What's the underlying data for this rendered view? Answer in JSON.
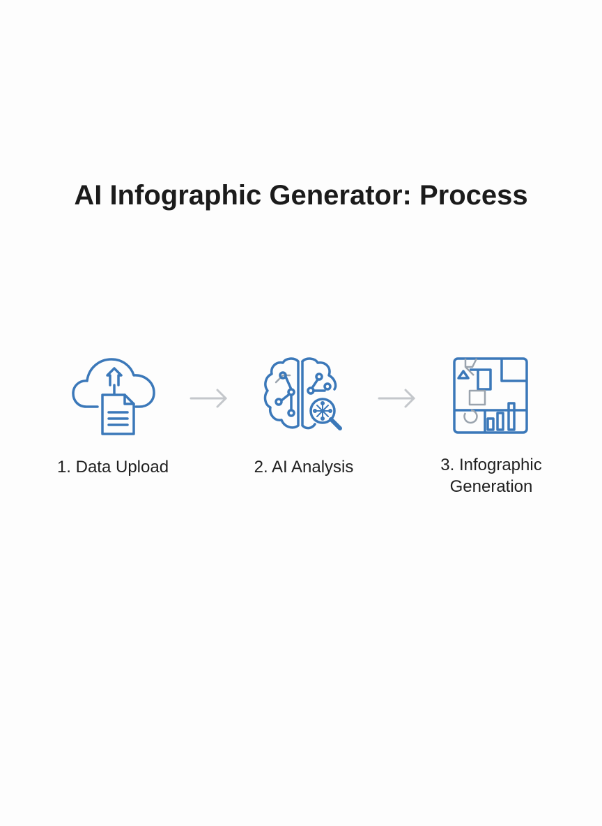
{
  "title": "AI Infographic Generator: Process",
  "colors": {
    "icon_blue": "#3b78b9",
    "icon_gray": "#9aa3ad",
    "arrow_gray": "#c4c7cb"
  },
  "steps": [
    {
      "label": "1. Data Upload",
      "icon": "cloud-upload-document-icon"
    },
    {
      "label": "2. AI Analysis",
      "icon": "brain-magnifier-icon"
    },
    {
      "label_line1": "3. Infographic",
      "label_line2": "Generation",
      "icon": "infographic-layout-icon"
    }
  ]
}
